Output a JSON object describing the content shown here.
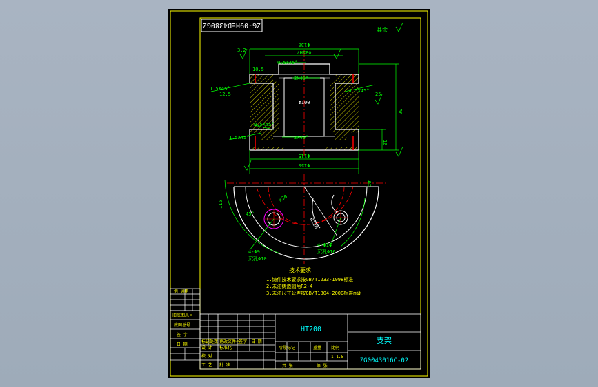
{
  "colors": {
    "background": "#a4b0be",
    "sheet": "#000000",
    "border": "#ffff00",
    "part": "#ffffff",
    "dimension": "#00ff00",
    "hatch": "#ffff00",
    "centerline": "#ff0000",
    "bolt_circle": "#ff00ff",
    "title_text": "#00ffff"
  },
  "drawing": {
    "code_top": "ZG-09HED4380GZ",
    "roughness_general": "其余",
    "title_block": {
      "material": "HT200",
      "part_name": "支架",
      "drawing_code": "ZG0043016C-02",
      "scale": "1:1.5",
      "sheet_total": "共 张",
      "sheet_no": "第 张",
      "labels": {
        "record_use": "借 通用",
        "old_base": "旧底图总号",
        "base_no": "底图总号",
        "sign": "签 字",
        "date": "日 期",
        "design": "设 计",
        "check": "校 对",
        "process": "工 艺",
        "standard": "标准化",
        "approve": "批 准",
        "mark": "标记",
        "count": "处数",
        "change_no": "更改文件号",
        "signature": "签字",
        "stage_mark": "阶段标记",
        "weight": "重量",
        "ratio": "比例"
      }
    },
    "technical_requirements": {
      "title": "技术要求",
      "items": [
        "1.铸件技术要求按GB/T1233-1998标准",
        "2.未注铸造圆角R2-4",
        "3.未注尺寸公差按GB/T1804-2000标准m级"
      ]
    },
    "dimensions": {
      "top_width": "Φ136",
      "inner_diameter": "Φ95H7",
      "chamfer_top": "0.5X45°",
      "chamfer_inner": "2X45°",
      "chamfer_left": "1.5X45°",
      "chamfer_right": "1.5X45°",
      "chamfer_small": "0.5X45°",
      "chamfer_bottom_left": "1.5X45°",
      "chamfer_bottom_inner": "2X45°",
      "flange_height": "10.5",
      "bore_mid": "Φ100",
      "total_height": "56",
      "bottom_height": "10",
      "bottom_inner": "Φ115",
      "bottom_outer": "Φ150",
      "roughness_1": "3.2",
      "roughness_2": "12.5",
      "roughness_3": "25",
      "plan_radius": "R30",
      "plan_dist": "115",
      "plan_angle": "45°",
      "hole_left": "4-Φ9",
      "hole_left_cb": "沉孔Φ10",
      "hole_right": "4-Φ14",
      "hole_right_cb": "沉孔Φ16",
      "arc_label": "R120",
      "right_small": "10"
    }
  }
}
